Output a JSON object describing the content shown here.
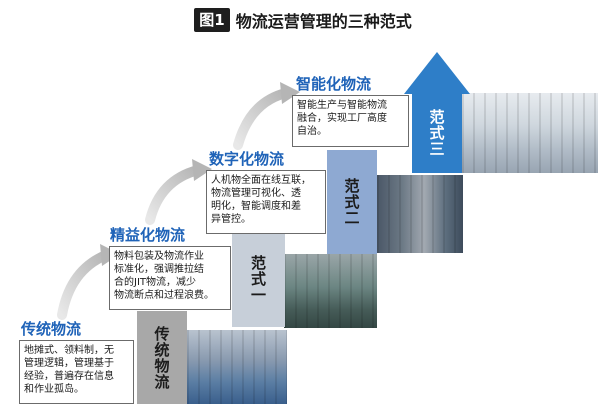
{
  "title": {
    "badge": "图1",
    "text": "物流运营管理的三种范式"
  },
  "stages": [
    {
      "heading": "传统物流",
      "pillar": "传统物流",
      "desc": [
        "地摊式、领料制，无",
        "管理逻辑，管理基于",
        "经验，普遍存在信息",
        "和作业孤岛。"
      ]
    },
    {
      "heading": "精益化物流",
      "pillar": "范式一",
      "desc": [
        "物料包装及物流作业",
        "标准化，强调推拉结",
        "合的JIT物流，减少",
        "物流断点和过程浪费。"
      ]
    },
    {
      "heading": "数字化物流",
      "pillar": "范式二",
      "desc": [
        "人机物全面在线互联，",
        "物流管理可视化、透",
        "明化，智能调度和差",
        "异管控。"
      ]
    },
    {
      "heading": "智能化物流",
      "pillar": "范式三",
      "desc": [
        "智能生产与智能物流",
        "融合，实现工厂高度",
        "自治。"
      ]
    }
  ],
  "colors": {
    "heading": "#1f63b8",
    "top_arrow": "#2e7ec8",
    "pillar_1": "#a8a8a8",
    "pillar_2": "#c7cfd9",
    "pillar_3": "#8ea9d2",
    "pillar_4": "#2e7ec8"
  }
}
